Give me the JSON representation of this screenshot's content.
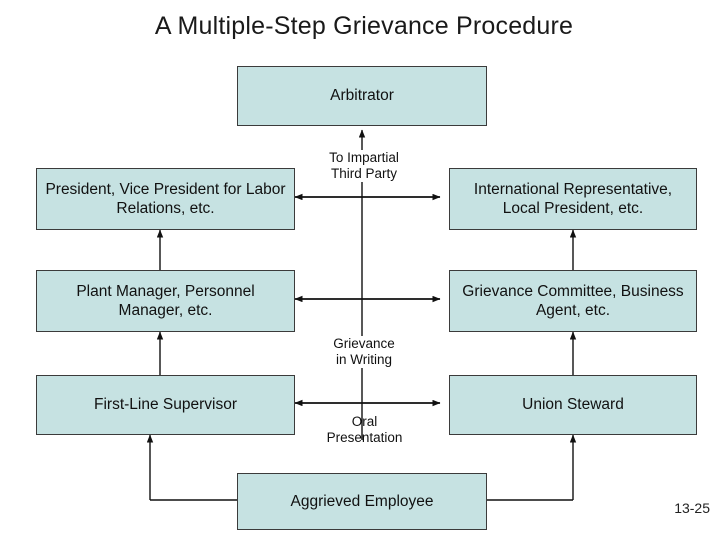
{
  "slide": {
    "title": "A Multiple-Step Grievance Procedure",
    "number": "13-25"
  },
  "nodes": {
    "arbitrator": "Arbitrator",
    "president_vp": "President, Vice President for Labor Relations, etc.",
    "international_rep": "International Representative, Local President, etc.",
    "plant_manager": "Plant Manager, Personnel Manager, etc.",
    "grievance_committee": "Grievance Committee, Business Agent, etc.",
    "first_line_supervisor": "First-Line Supervisor",
    "union_steward": "Union Steward",
    "aggrieved_employee": "Aggrieved Employee"
  },
  "labels": {
    "to_impartial": "To Impartial\nThird Party",
    "to_impartial_line1": "To Impartial",
    "to_impartial_line2": "Third Party",
    "grievance_writing_line1": "Grievance",
    "grievance_writing_line2": "in Writing",
    "oral_line1": "Oral",
    "oral_line2": "Presentation"
  },
  "colors": {
    "node_fill": "#c6e2e2",
    "node_border": "#3b3b3b",
    "background": "#ffffff",
    "text": "#111111"
  }
}
